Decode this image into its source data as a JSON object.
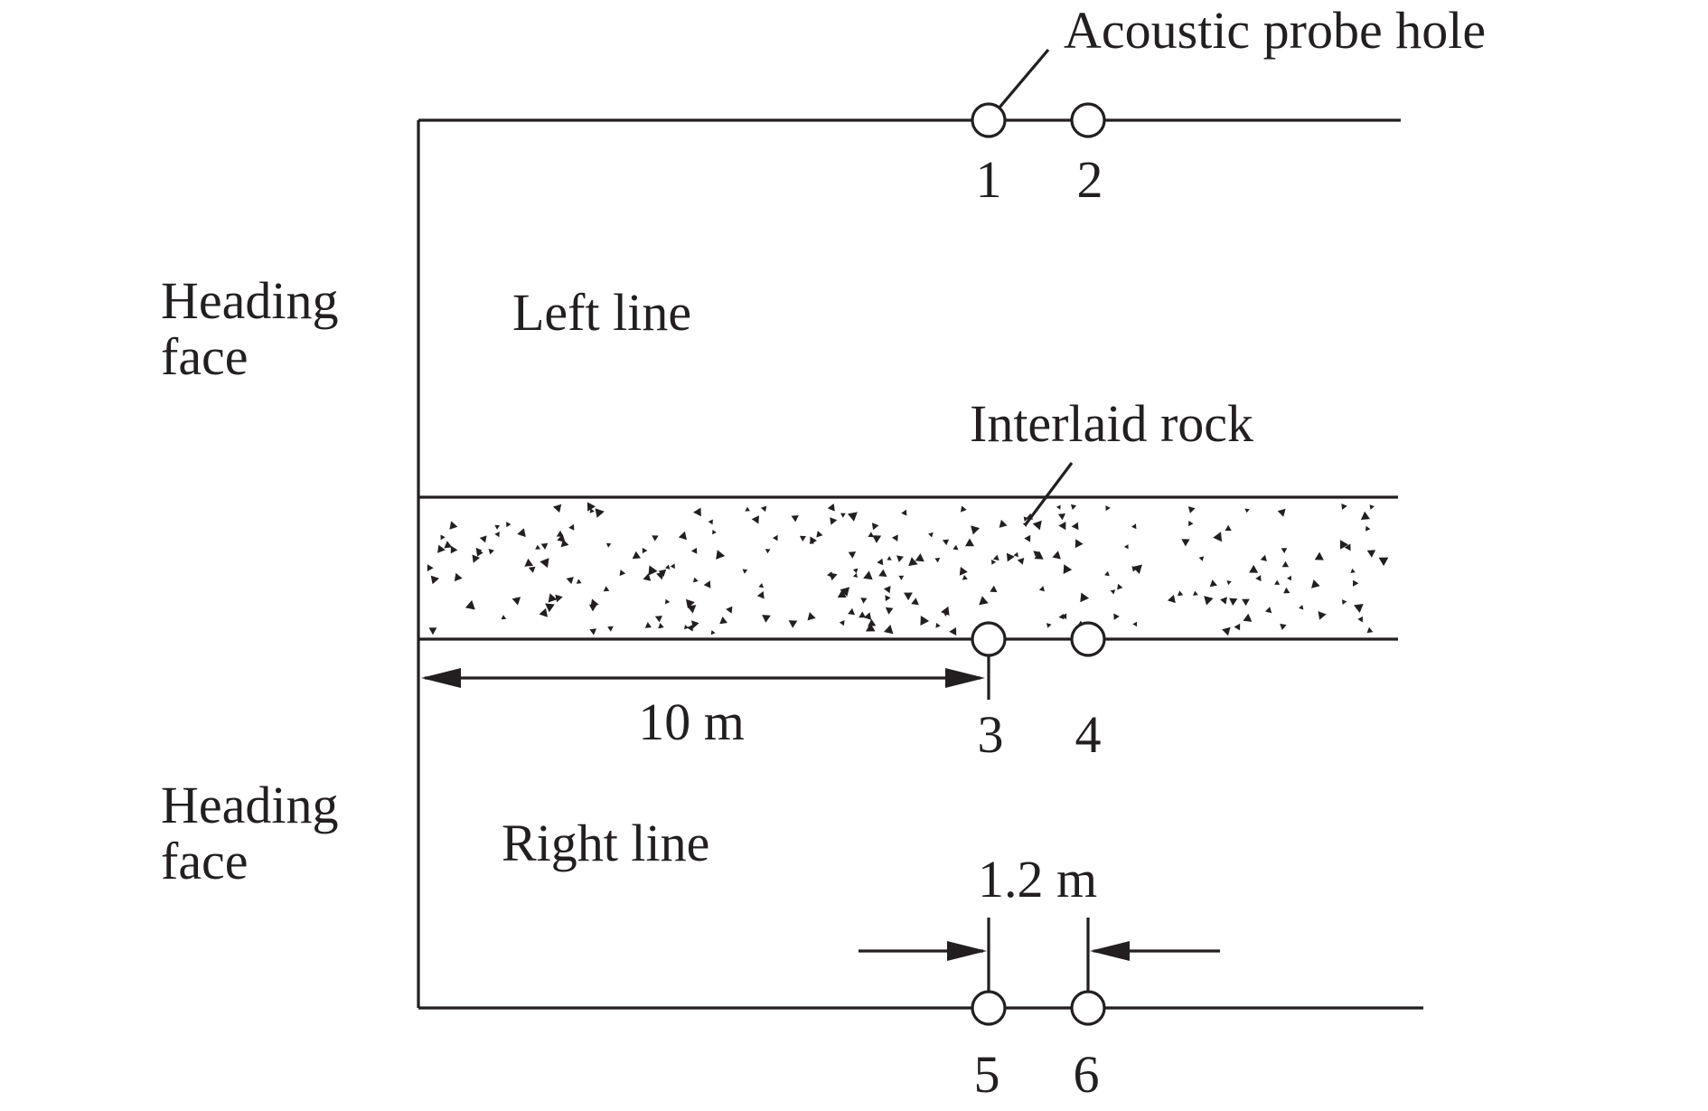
{
  "labels": {
    "heading_face_top_line1": "Heading",
    "heading_face_top_line2": "face",
    "heading_face_bottom_line1": "Heading",
    "heading_face_bottom_line2": "face",
    "left_line": "Left line",
    "right_line": "Right line",
    "interlaid_rock": "Interlaid rock",
    "acoustic_probe_hole": "Acoustic probe hole"
  },
  "holes": [
    "1",
    "2",
    "3",
    "4",
    "5",
    "6"
  ],
  "dimensions": {
    "distance_to_face": "10 m",
    "hole_spacing": "1.2 m"
  },
  "colors": {
    "ink": "#231f20",
    "background": "#ffffff"
  }
}
